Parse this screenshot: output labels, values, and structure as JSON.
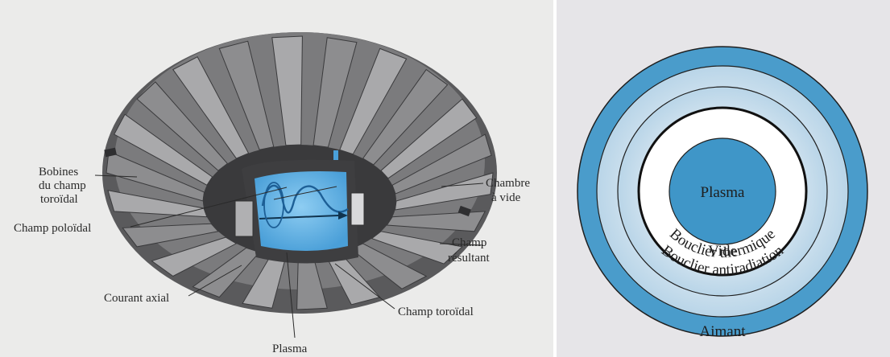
{
  "tokamak_diagram": {
    "labels": {
      "bobines_line1": "Bobines",
      "bobines_line2": "du champ",
      "bobines_line3": "toroïdal",
      "chambre_line1": "Chambre",
      "chambre_line2": "à vide",
      "champ_poloidal": "Champ poloïdal",
      "champ_resultant_line1": "Champ",
      "champ_resultant_line2": "résultant",
      "courant_axial": "Courant axial",
      "champ_toroidal": "Champ toroïdal",
      "plasma": "Plasma"
    },
    "colors": {
      "coil_dark": "#5f5f61",
      "coil_light": "#a6a6a8",
      "plasma_blue": "#64b4e6"
    }
  },
  "cross_section_diagram": {
    "labels": {
      "plasma": "Plasma",
      "vide": "Vide",
      "bouclier_thermique": "Bouclier thermique",
      "bouclier_antiradiation": "Bouclier antiradiation",
      "aimant": "Aimant"
    },
    "colors": {
      "aimant_ring": "#4a9ccb",
      "shield_gradient_outer": "#bcd6e8",
      "shield_gradient_inner": "#eef3f7",
      "plasma_core": "#3f96c8",
      "outline": "#202020"
    }
  }
}
